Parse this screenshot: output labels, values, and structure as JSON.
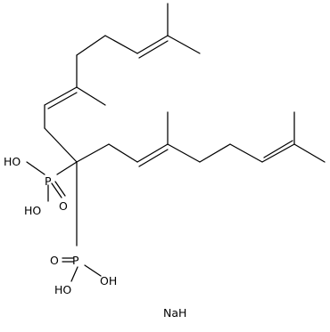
{
  "molecule": {
    "atom_labels": {
      "p_upper": "P",
      "oh_upper_1": "HO",
      "oh_upper_2": "HO",
      "o_upper": "O",
      "p_lower": "P",
      "o_lower": "O",
      "oh_lower_1": "OH",
      "oh_lower_2": "HO"
    },
    "counterion": "NaH",
    "colors": {
      "bond": "#000000",
      "text": "#000000",
      "background": "#ffffff"
    }
  }
}
